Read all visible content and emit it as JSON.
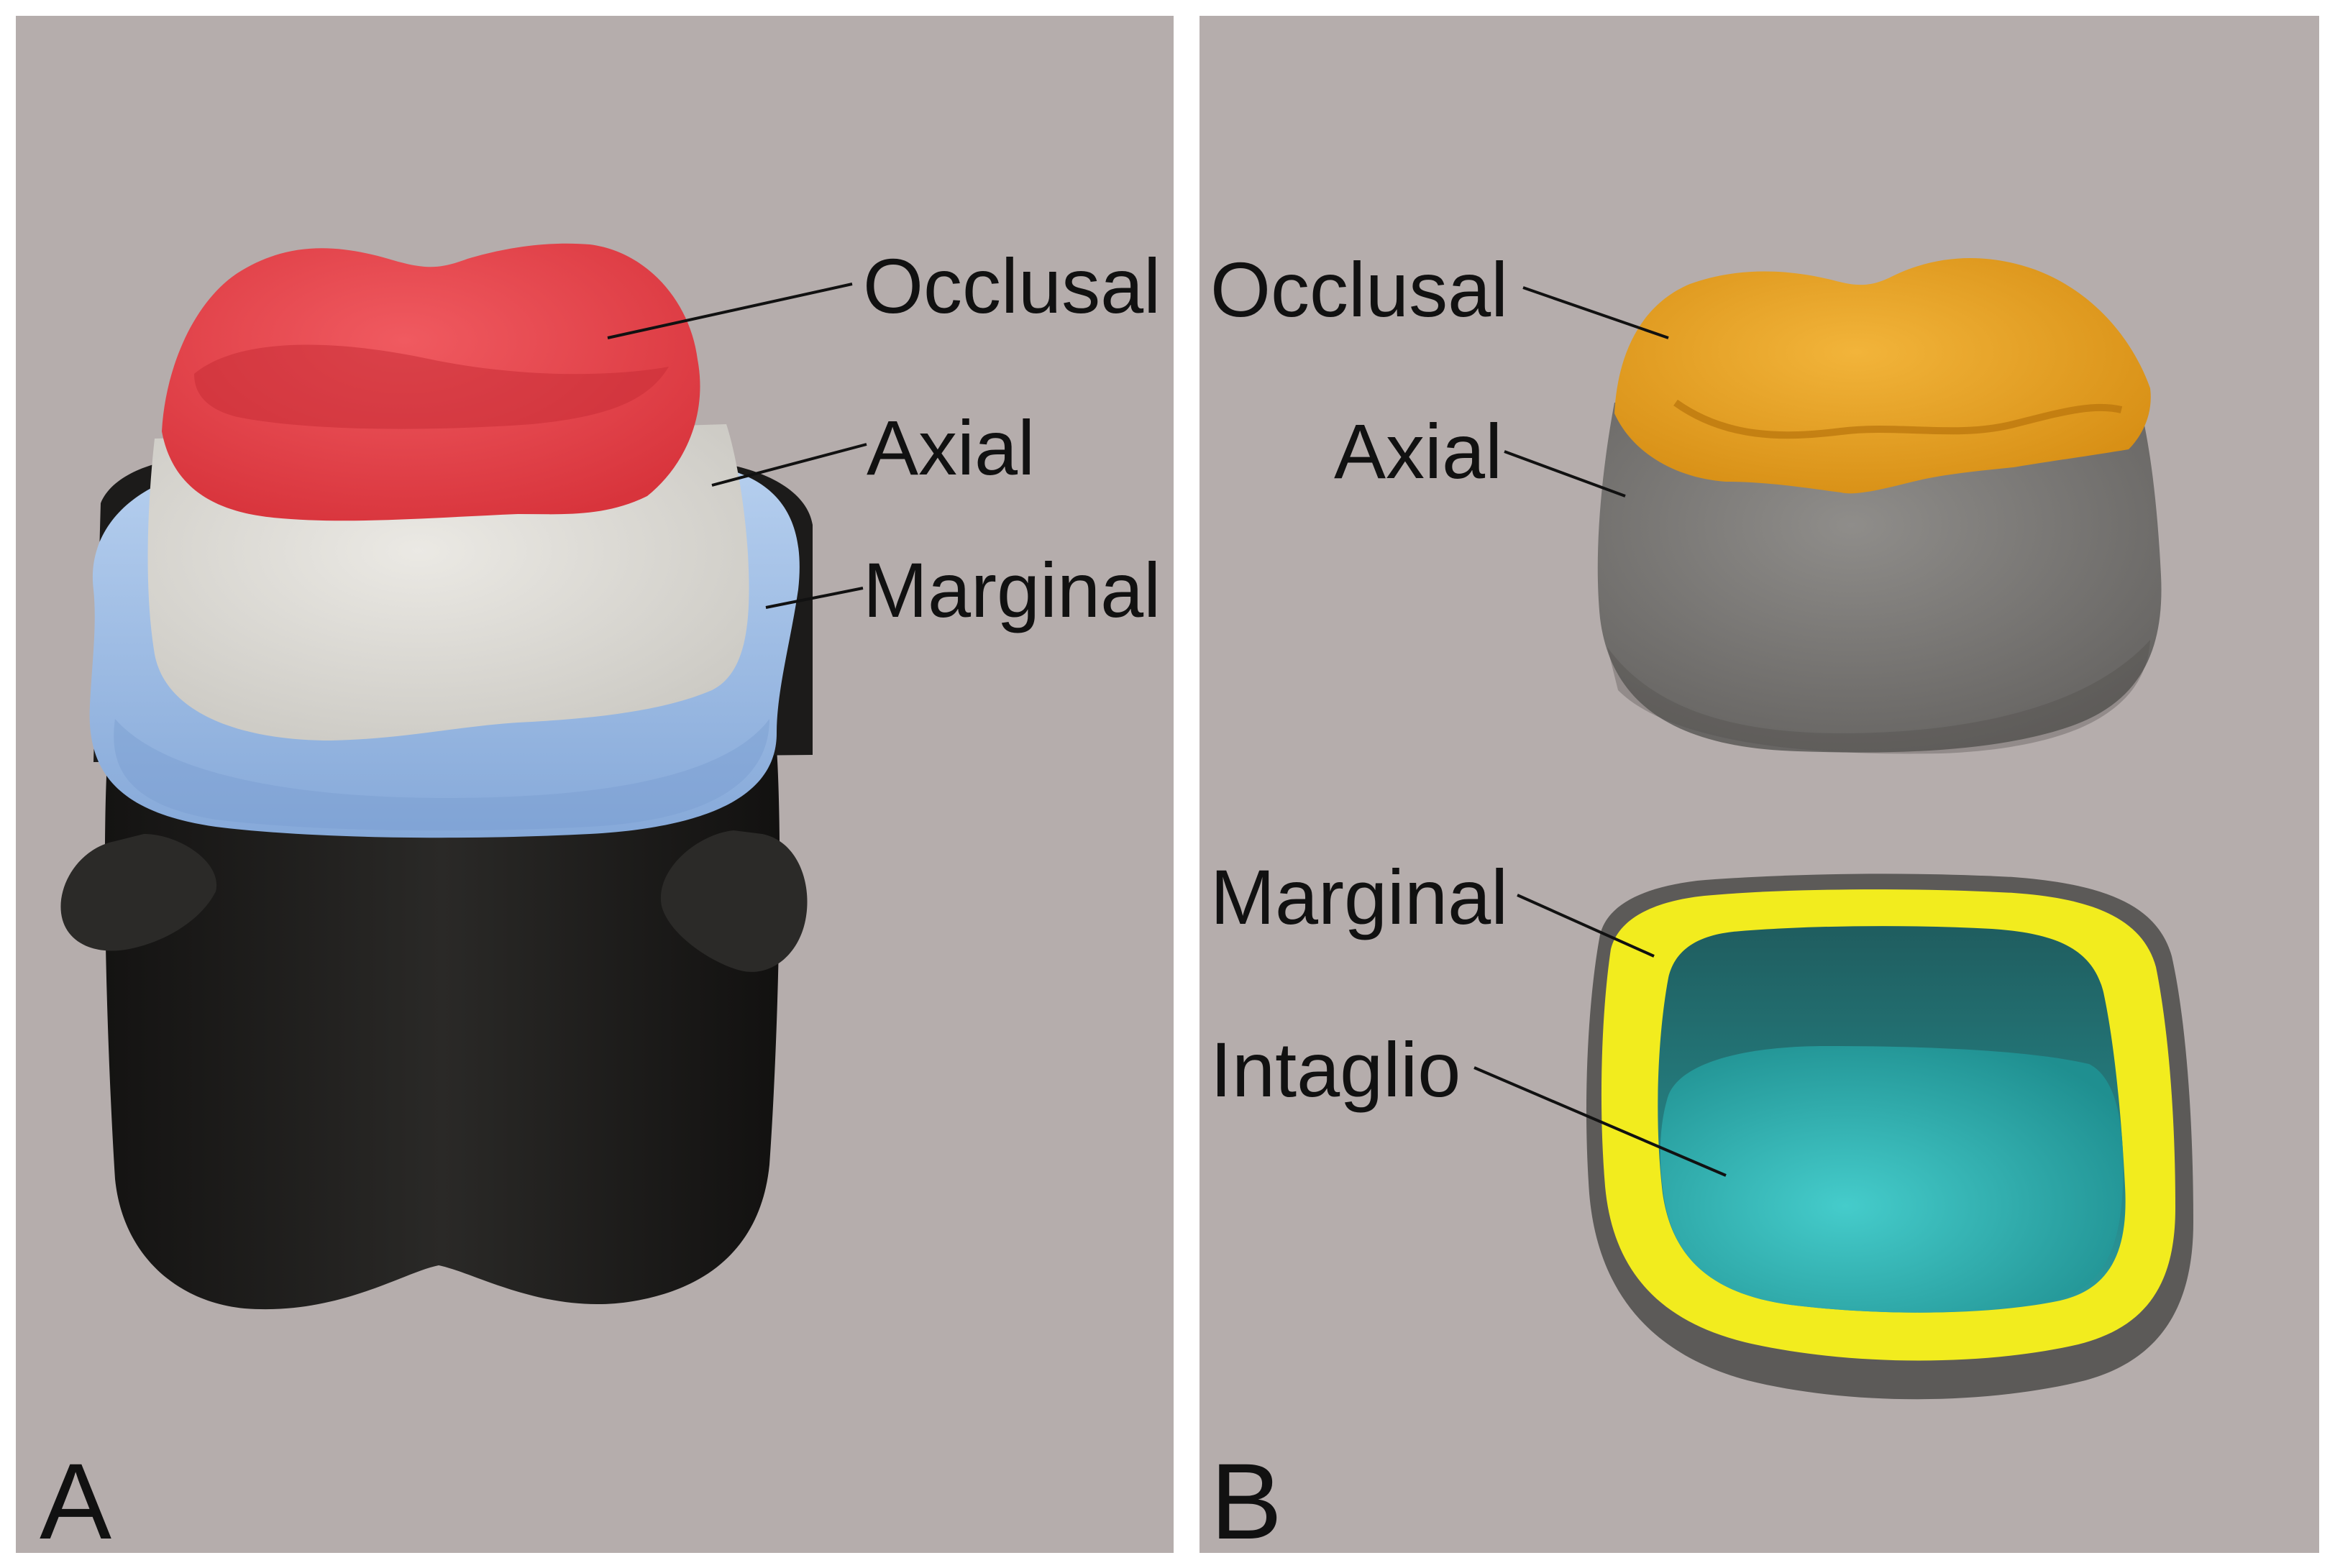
{
  "panels": [
    {
      "letter": "A",
      "labels": {
        "occlusal": "Occlusal",
        "axial": "Axial",
        "marginal": "Marginal"
      }
    },
    {
      "letter": "B",
      "labels": {
        "occlusal": "Occlusal",
        "axial": "Axial",
        "marginal": "Marginal",
        "intaglio": "Intaglio"
      }
    }
  ],
  "colors": {
    "background": "#b5adac",
    "occlusal_a": "#e8424a",
    "axial_a": "#d9d7d2",
    "marginal_a": "#9fbee6",
    "die": "#1f1e1d",
    "occlusal_b": "#e6a020",
    "axial_b": "#7a7876",
    "marginal_b": "#f2ec1e",
    "intaglio_b": "#2fb8b8"
  }
}
